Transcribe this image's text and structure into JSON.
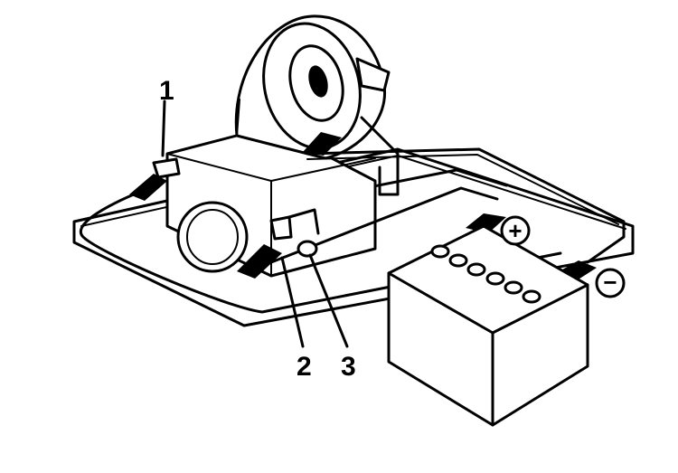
{
  "callouts": {
    "label_1": "1",
    "label_2": "2",
    "label_3": "3"
  },
  "battery": {
    "positive_symbol": "+",
    "negative_symbol": "−"
  },
  "colors": {
    "ink": "#000000",
    "background": "#ffffff"
  }
}
